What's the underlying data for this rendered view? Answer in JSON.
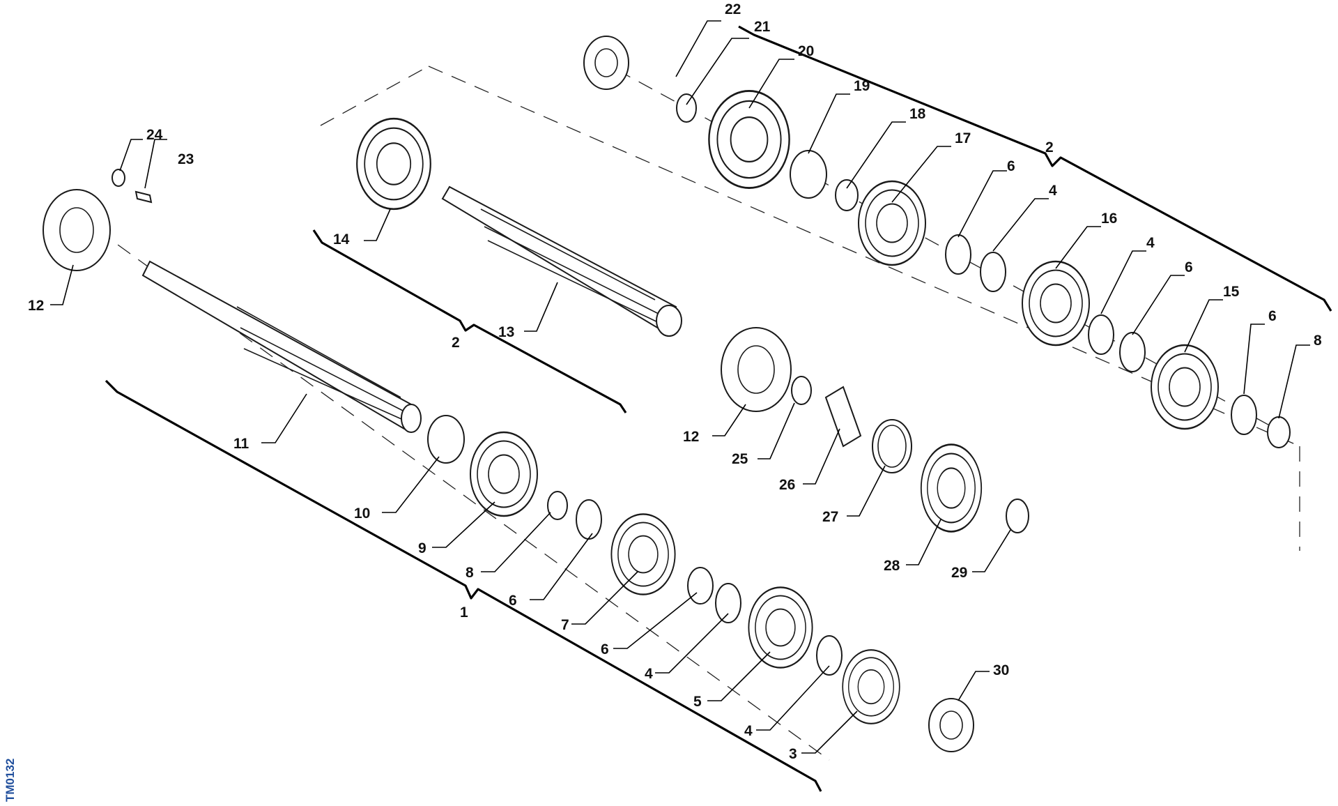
{
  "drawing_code": "TM0132",
  "colors": {
    "line": "#1a1a1a",
    "code": "#1f4e9c",
    "background": "#ffffff"
  },
  "callouts": {
    "c1": "1",
    "c2a": "2",
    "c2b": "2",
    "c3": "3",
    "c4a": "4",
    "c4b": "4",
    "c4c": "4",
    "c4d": "4",
    "c5": "5",
    "c6a": "6",
    "c6b": "6",
    "c6c": "6",
    "c6d": "6",
    "c6e": "6",
    "c7": "7",
    "c8a": "8",
    "c8b": "8",
    "c9": "9",
    "c10": "10",
    "c11": "11",
    "c12a": "12",
    "c12b": "12",
    "c13": "13",
    "c14": "14",
    "c15": "15",
    "c16": "16",
    "c17": "17",
    "c18": "18",
    "c19": "19",
    "c20": "20",
    "c21": "21",
    "c22": "22",
    "c23": "23",
    "c24": "24",
    "c25": "25",
    "c26": "26",
    "c27": "27",
    "c28": "28",
    "c29": "29",
    "c30": "30"
  }
}
